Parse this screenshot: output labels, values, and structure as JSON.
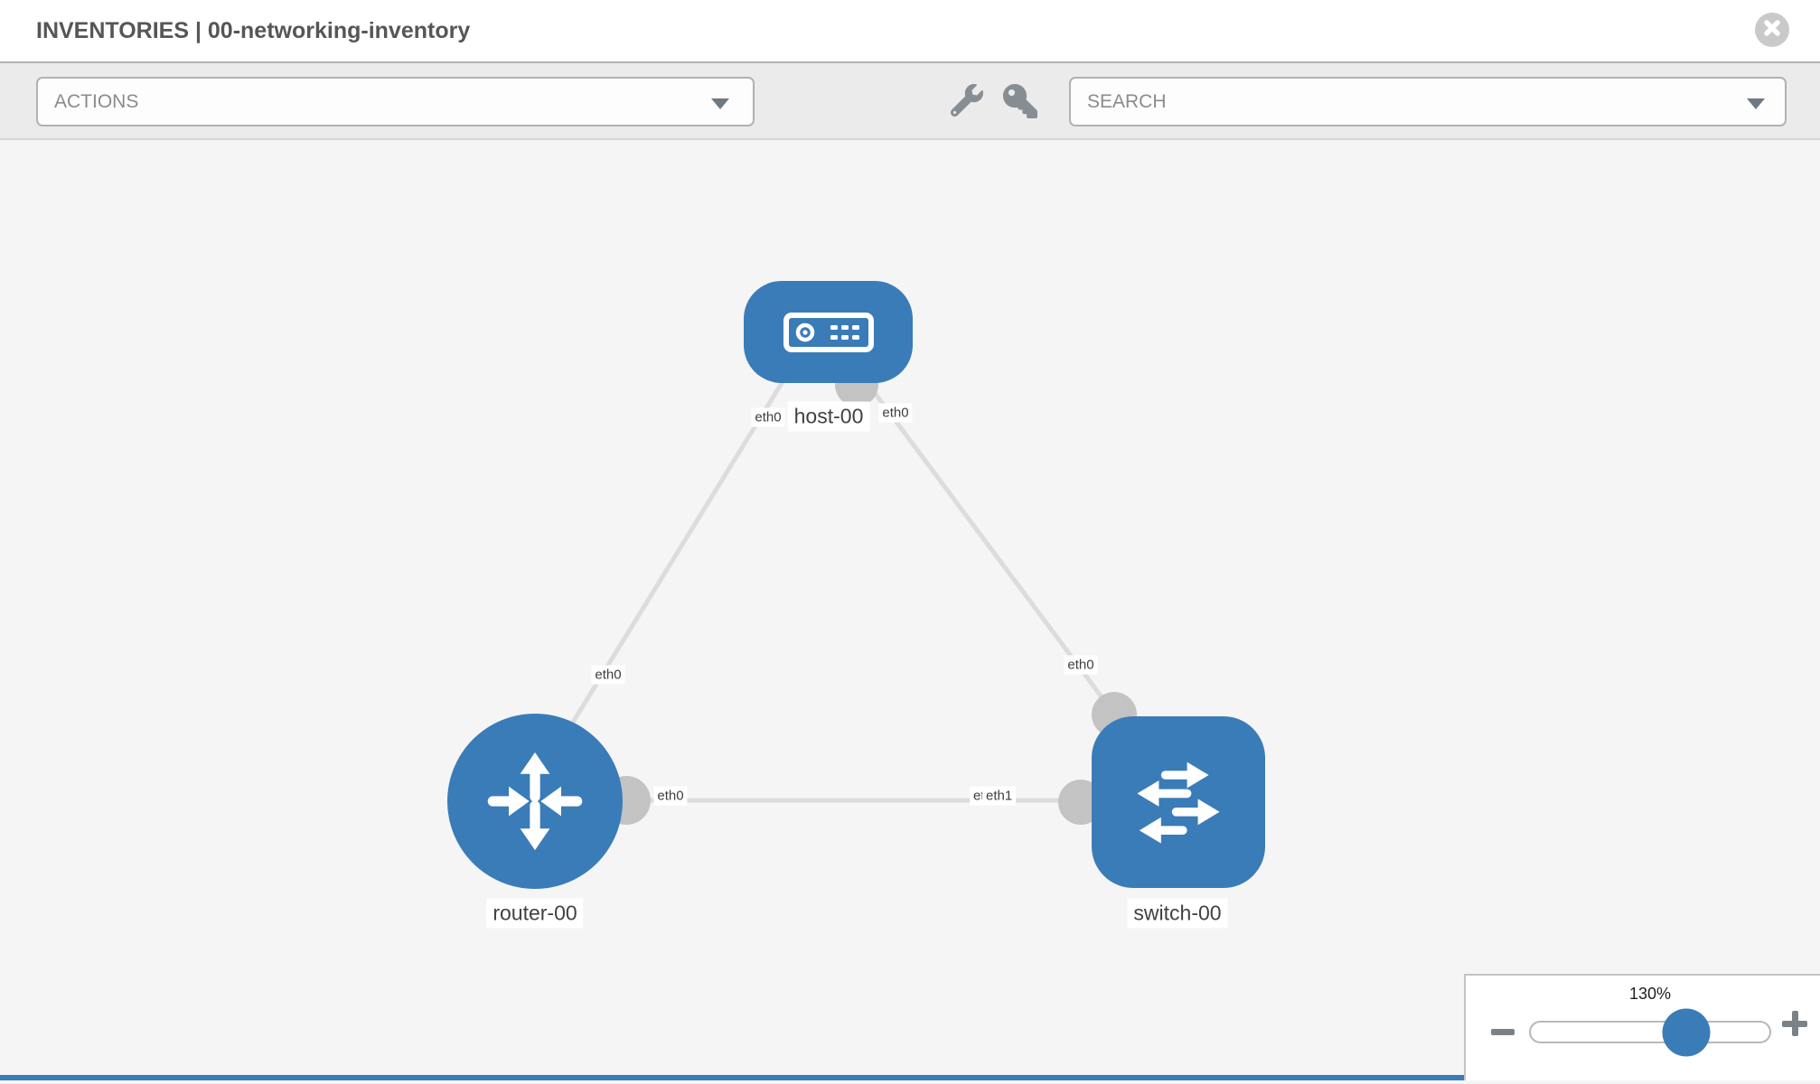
{
  "header": {
    "title": "INVENTORIES | 00-networking-inventory"
  },
  "toolbar": {
    "actions_label": "ACTIONS",
    "search_placeholder": "SEARCH"
  },
  "icons": {
    "close": "x-circle-icon",
    "tools": [
      "wrench-icon",
      "key-icon"
    ],
    "dropdown_caret": "caret-down-icon",
    "zoom_out": "minus-icon",
    "zoom_in": "plus-icon"
  },
  "topology": {
    "nodes": [
      {
        "id": "host-00",
        "type": "host",
        "label": "host-00"
      },
      {
        "id": "router-00",
        "type": "router",
        "label": "router-00"
      },
      {
        "id": "switch-00",
        "type": "switch",
        "label": "switch-00"
      }
    ],
    "links": [
      {
        "from": "host-00",
        "to": "router-00",
        "from_iface": "eth0",
        "to_iface": "eth0"
      },
      {
        "from": "host-00",
        "to": "switch-00",
        "from_iface": "eth0",
        "to_iface": "eth0"
      },
      {
        "from": "router-00",
        "to": "switch-00",
        "from_iface": "eth0",
        "to_iface": "eth1"
      }
    ],
    "overlapped_label": "eth0"
  },
  "zoom_control": {
    "percent": "130%"
  },
  "colors": {
    "node_blue": "#3a7cb8",
    "link_gray": "#dcdcdc",
    "endpoint_gray": "#c3c3c3",
    "canvas_bg": "#f5f5f5",
    "toolbar_bg": "#ebebeb"
  }
}
